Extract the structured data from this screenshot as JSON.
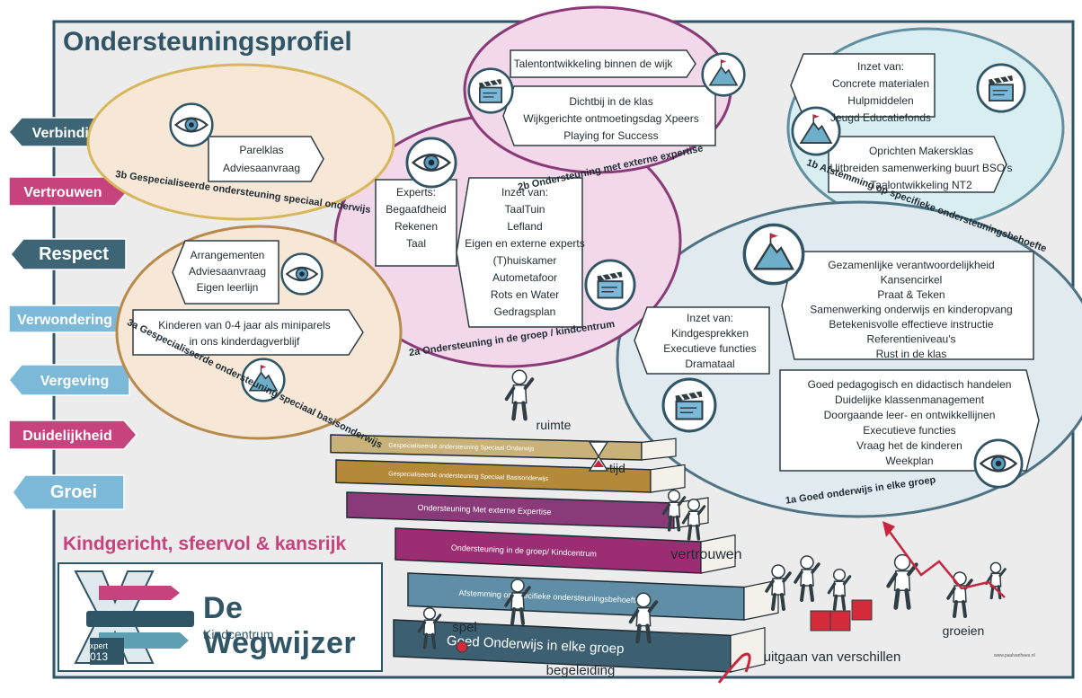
{
  "title": "Ondersteuningsprofiel",
  "tagline": "Kindgericht, sfeervol & kansrijk",
  "logo": {
    "name": "De Wegwijzer",
    "sub": "Kindcentrum",
    "xpert": "xpert",
    "number": "013"
  },
  "credit": "www.paulvanhees.nl",
  "values": [
    {
      "label": "Verbinding",
      "color": "#3e6576"
    },
    {
      "label": "Vertrouwen",
      "color": "#c6437d"
    },
    {
      "label": "Respect",
      "color": "#3e6576"
    },
    {
      "label": "Verwondering",
      "color": "#7cb9d8"
    },
    {
      "label": "Vergeving",
      "color": "#7cb9d8"
    },
    {
      "label": "Duidelijkheid",
      "color": "#c6437d"
    },
    {
      "label": "Groei",
      "color": "#7cb9d8"
    }
  ],
  "zones": {
    "z3b": {
      "label": "3b Gespecialiseerde ondersteuning speciaal onderwijs",
      "box": [
        "Parelklas",
        "Adviesaanvraag"
      ]
    },
    "z3a": {
      "label": "3a Gespecialiseerde ondersteuning speciaal basisonderwijs",
      "box1": [
        "Arrangementen",
        "Adviesaanvraag",
        "Eigen leerlijn"
      ],
      "box2": [
        "Kinderen van 0-4 jaar als miniparels",
        "in ons kinderdagverblijf"
      ]
    },
    "z2b": {
      "label": "2b Ondersteuning met externe expertise",
      "box1": [
        "Talentontwikkeling binnen de wijk"
      ],
      "box2": [
        "Dichtbij in de klas",
        "Wijkgerichte ontmoetingsdag Xpeers",
        "Playing for Success"
      ]
    },
    "z2a": {
      "label": "2a Ondersteuning in de groep / kindcentrum",
      "box1": [
        "Experts:",
        "Begaafdheid",
        "Rekenen",
        "Taal"
      ],
      "box2": [
        "Inzet van:",
        "TaalTuin",
        "Lefland",
        "Eigen en externe experts",
        "(T)huiskamer",
        "Autometafoor",
        "Rots en Water",
        "Gedragsplan"
      ]
    },
    "z1b": {
      "label": "1b Afstemming op specifieke ondersteuningsbehoefte",
      "box1": [
        "Inzet van:",
        "Concrete materialen",
        "Hulpmiddelen",
        "Jeugd Educatiefonds"
      ],
      "box2": [
        "Oprichten Makersklas",
        "Uitbreiden samenwerking buurt BSO's",
        "Taalontwikkeling NT2"
      ]
    },
    "z1a": {
      "label": "1a Goed onderwijs in elke groep",
      "box1": [
        "Gezamenlijke verantwoordelijkheid",
        "Kansencirkel",
        "Praat & Teken",
        "Samenwerking onderwijs en kinderopvang",
        "Betekenisvolle effectieve instructie",
        "Referentieniveau's",
        "Rust in de klas"
      ],
      "box2": [
        "Inzet van:",
        "Kindgesprekken",
        "Executieve functies",
        "Dramataal"
      ],
      "box3": [
        "Goed pedagogisch en didactisch handelen",
        "Duidelijke klassenmanagement",
        "Doorgaande leer- en ontwikkellijnen",
        "Executieve functies",
        "Vraag het de kinderen",
        "Weekplan"
      ]
    }
  },
  "books": [
    {
      "label": "Goed Onderwijs in elke groep",
      "color": "#3c5f72"
    },
    {
      "label": "Afstemming op specifieke ondersteuningsbehoefte",
      "color": "#5f8ea6"
    },
    {
      "label": "Ondersteuning in de groep/ Kindcentrum",
      "color": "#9b2d72"
    },
    {
      "label": "Ondersteuning Met externe Expertise",
      "color": "#8a3a78"
    },
    {
      "label": "Gespecialiseerde ondersteuning Speciaal Basisonderwijs",
      "color": "#b48a3a"
    },
    {
      "label": "Gespecialiseerde ondersteuning Speciaal Onderwijs",
      "color": "#c9b27a"
    }
  ],
  "figure_labels": {
    "ruimte": "ruimte",
    "tijd": "tijd",
    "vertrouwen": "vertrouwen",
    "spel": "spel",
    "begeleiding": "begeleiding",
    "uitgaan": "uitgaan van verschillen",
    "groeien": "groeien"
  },
  "colors": {
    "frame_bg": "#ececec",
    "border": "#2f5566",
    "gold": "#d8b65c",
    "peach": "#f6e7d6",
    "bronze": "#b8894a",
    "pink_fill": "#f3d8ea",
    "pink_stroke": "#8a3a78",
    "teal_fill": "#d9eef0",
    "teal_stroke": "#5f8fa0",
    "blue_fill": "#e1ebef",
    "blue_stroke": "#4e7384",
    "accent": "#c6437d"
  }
}
